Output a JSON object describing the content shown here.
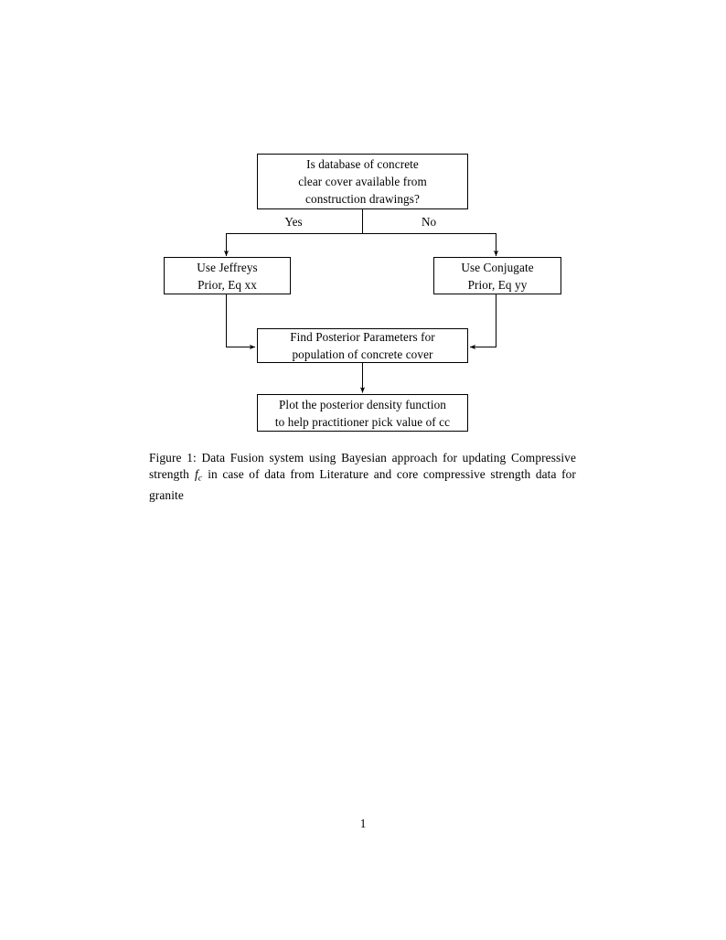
{
  "document": {
    "page_number": "1",
    "background_color": "#ffffff",
    "ink_color": "#000000"
  },
  "figure": {
    "type": "flowchart",
    "nodes": [
      {
        "id": "question",
        "shape": "rectangle",
        "lines": [
          "Is database of concrete",
          "clear cover available from",
          "construction drawings?"
        ]
      },
      {
        "id": "jeffreys",
        "shape": "rectangle",
        "lines": [
          "Use Jeffreys",
          "Prior, Eq xx"
        ]
      },
      {
        "id": "conjugate",
        "shape": "rectangle",
        "lines": [
          "Use Conjugate",
          "Prior, Eq yy"
        ]
      },
      {
        "id": "posterior",
        "shape": "rectangle",
        "lines": [
          "Find Posterior Parameters for",
          "population of concrete cover"
        ]
      },
      {
        "id": "plot",
        "shape": "rectangle",
        "lines": [
          "Plot the posterior density function",
          "to help practitioner pick value of cc"
        ]
      }
    ],
    "edge_labels": {
      "yes": "Yes",
      "no": "No"
    }
  },
  "caption": {
    "label": "Figure 1:",
    "text_before_math": " Data Fusion system using Bayesian approach for updating Compressive strength ",
    "math_base": "f",
    "math_sub": "c",
    "text_after_math": " in case of data from Literature and core compressive strength data for granite"
  }
}
